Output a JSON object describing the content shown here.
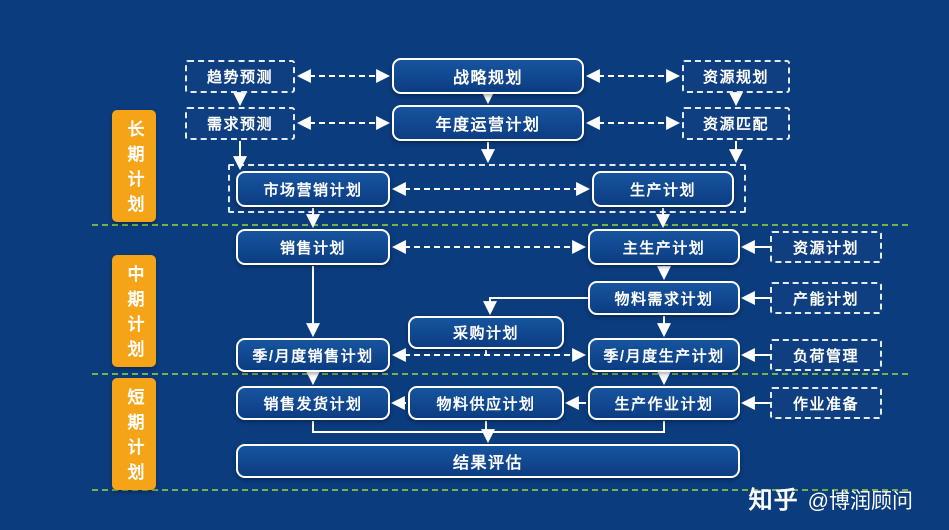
{
  "colors": {
    "background": "#0b3c7e",
    "node_fill_top": "#17549f",
    "node_fill_bottom": "#0c3d82",
    "node_border": "#ffffff",
    "band_label_bg": "#f5a317",
    "separator_green": "#8cc63f",
    "text": "#ffffff"
  },
  "band_labels": {
    "long_term": "长期计划",
    "mid_term": "中期计划",
    "short_term": "短期计划"
  },
  "nodes": {
    "trend_forecast": "趋势预测",
    "strategic_planning": "战略规划",
    "resource_planning": "资源规划",
    "demand_forecast": "需求预测",
    "annual_operating_plan": "年度运营计划",
    "resource_matching": "资源匹配",
    "marketing_plan": "市场营销计划",
    "production_plan": "生产计划",
    "sales_plan": "销售计划",
    "master_production_plan": "主生产计划",
    "resource_plan": "资源计划",
    "material_requirements_plan": "物料需求计划",
    "capacity_plan": "产能计划",
    "purchasing_plan": "采购计划",
    "monthly_sales_plan": "季/月度销售计划",
    "monthly_production_plan": "季/月度生产计划",
    "load_management": "负荷管理",
    "sales_delivery_plan": "销售发货计划",
    "material_supply_plan": "物料供应计划",
    "production_operation_plan": "生产作业计划",
    "operation_preparation": "作业准备",
    "result_evaluation": "结果评估"
  },
  "edges": {
    "solid": [
      [
        "趋势预测",
        "需求预测"
      ],
      [
        "战略规划",
        "年度运营计划"
      ],
      [
        "资源规划",
        "资源匹配"
      ],
      [
        "需求预测",
        "市场营销计划"
      ],
      [
        "年度运营计划",
        "市场营销计划/生产计划"
      ],
      [
        "资源匹配",
        "生产计划"
      ],
      [
        "市场营销计划",
        "销售计划"
      ],
      [
        "生产计划",
        "主生产计划"
      ],
      [
        "销售计划",
        "季/月度销售计划"
      ],
      [
        "主生产计划",
        "物料需求计划"
      ],
      [
        "物料需求计划",
        "采购计划"
      ],
      [
        "物料需求计划",
        "季/月度生产计划"
      ],
      [
        "资源计划",
        "主生产计划"
      ],
      [
        "产能计划",
        "物料需求计划"
      ],
      [
        "负荷管理",
        "季/月度生产计划"
      ],
      [
        "作业准备",
        "生产作业计划"
      ],
      [
        "季/月度销售计划",
        "销售发货计划"
      ],
      [
        "季/月度生产计划",
        "生产作业计划"
      ],
      [
        "生产作业计划",
        "物料供应计划"
      ],
      [
        "物料供应计划",
        "销售发货计划"
      ],
      [
        "销售发货计划/物料供应计划/生产作业计划",
        "结果评估"
      ]
    ],
    "dashed_bidirectional": [
      [
        "趋势预测",
        "战略规划"
      ],
      [
        "战略规划",
        "资源规划"
      ],
      [
        "需求预测",
        "年度运营计划"
      ],
      [
        "年度运营计划",
        "资源匹配"
      ],
      [
        "市场营销计划",
        "生产计划"
      ],
      [
        "销售计划",
        "主生产计划"
      ],
      [
        "季/月度销售计划",
        "季/月度生产计划"
      ],
      [
        "采购计划",
        "季/月度销售计划—季/月度生产计划"
      ]
    ]
  },
  "watermark": {
    "brand": "知乎",
    "handle": "@博润顾问"
  }
}
